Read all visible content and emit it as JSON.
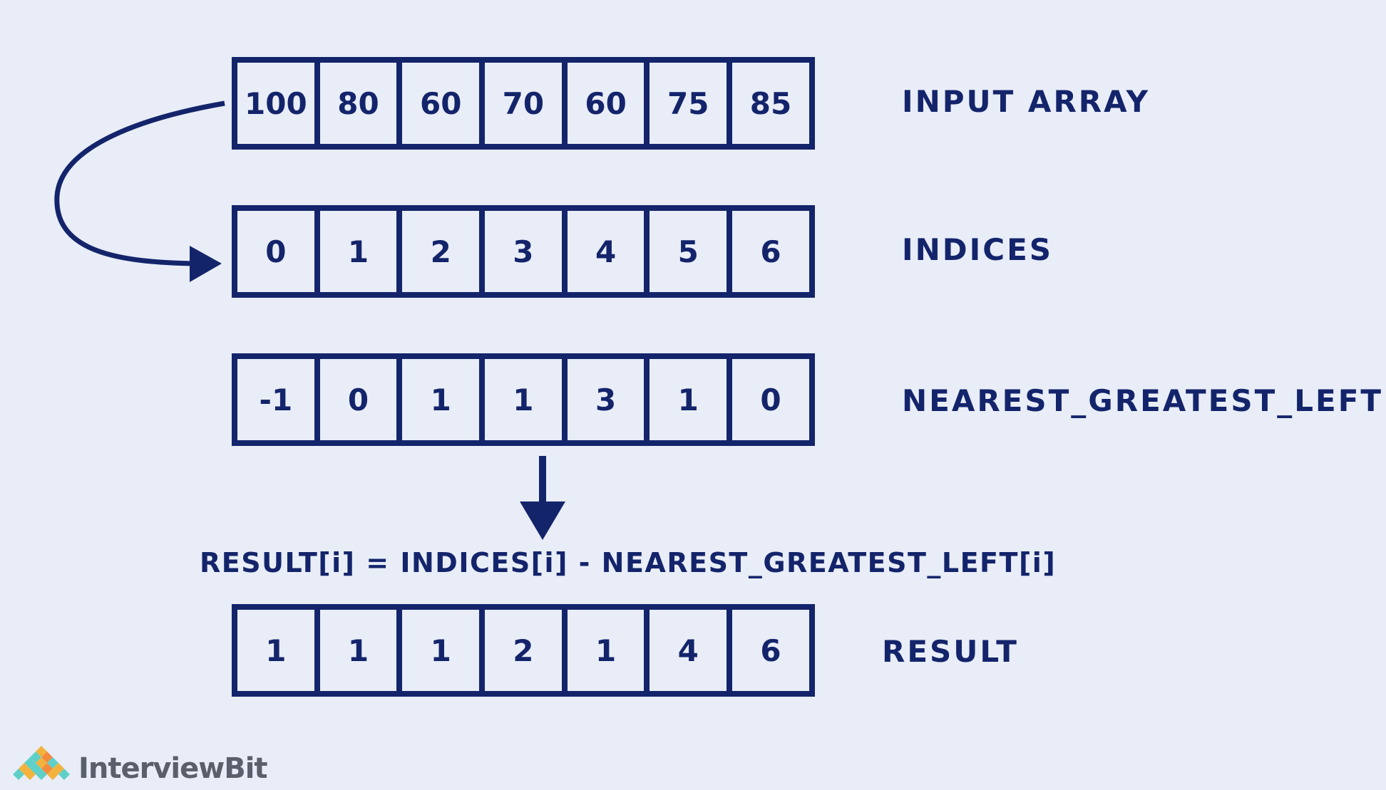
{
  "rows": [
    {
      "label": "INPUT ARRAY",
      "values": [
        "100",
        "80",
        "60",
        "70",
        "60",
        "75",
        "85"
      ]
    },
    {
      "label": "INDICES",
      "values": [
        "0",
        "1",
        "2",
        "3",
        "4",
        "5",
        "6"
      ]
    },
    {
      "label": "NEAREST_GREATEST_LEFT",
      "values": [
        "-1",
        "0",
        "1",
        "1",
        "3",
        "1",
        "0"
      ]
    },
    {
      "label": "RESULT",
      "values": [
        "1",
        "1",
        "1",
        "2",
        "1",
        "4",
        "6"
      ]
    }
  ],
  "formula": "RESULT[i] = INDICES[i] - NEAREST_GREATEST_LEFT[i]",
  "brand": {
    "name": "InterviewBit",
    "colors": {
      "primary": "#14246b",
      "background": "#e8edf7",
      "logo_text": "#5a5f6b"
    },
    "logo_icon": "diamond-grid-logo"
  }
}
